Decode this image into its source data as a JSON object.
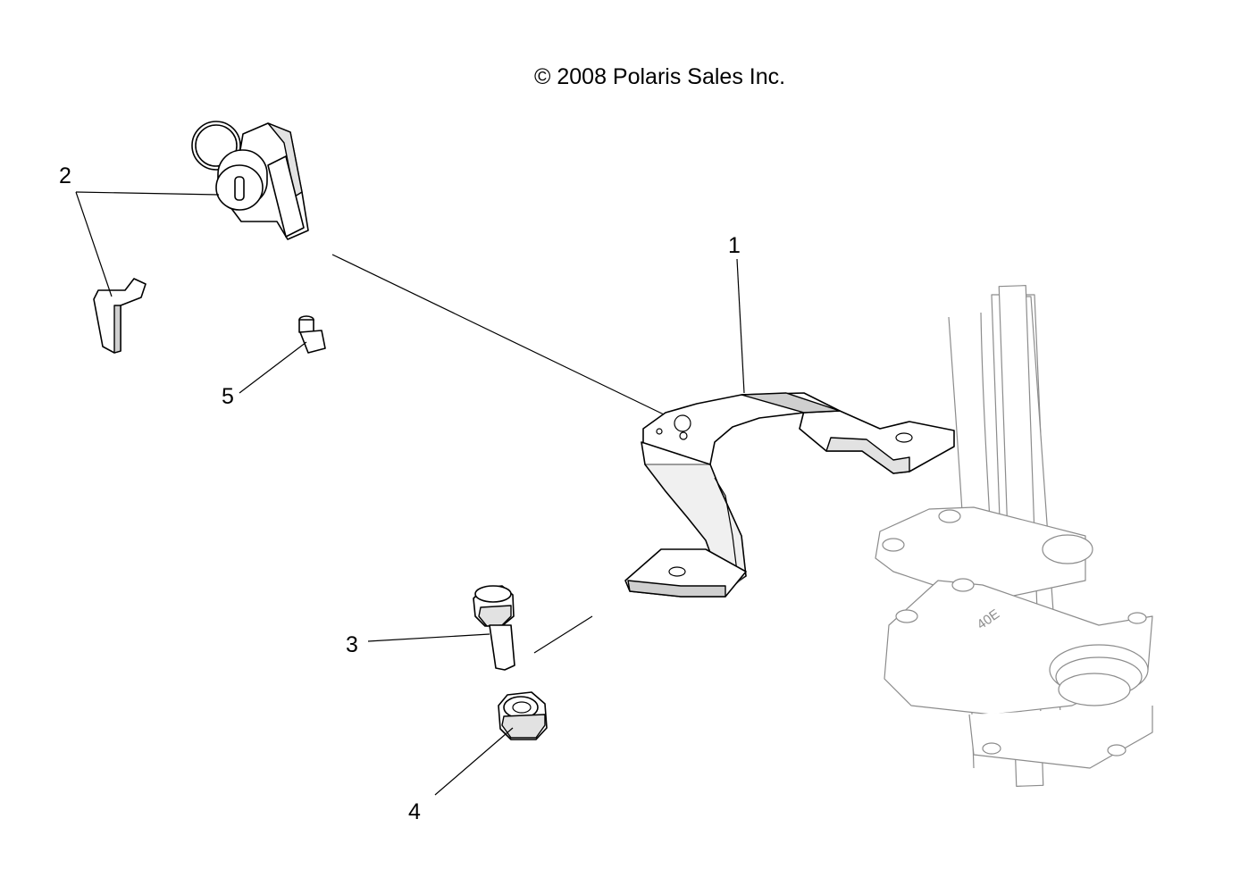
{
  "copyright": "© 2008 Polaris Sales Inc.",
  "callouts": [
    {
      "id": "callout-1",
      "label": "1"
    },
    {
      "id": "callout-2",
      "label": "2"
    },
    {
      "id": "callout-3",
      "label": "3"
    },
    {
      "id": "callout-4",
      "label": "4"
    },
    {
      "id": "callout-5",
      "label": "5"
    }
  ],
  "casting_mark": "40E"
}
